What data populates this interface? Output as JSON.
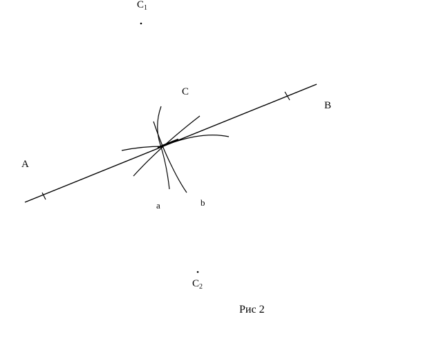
{
  "diagram": {
    "points": {
      "A": "A",
      "B": "B",
      "C": "C",
      "C1_base": "C",
      "C1_sub": "1",
      "C2_base": "C",
      "C2_sub": "2"
    },
    "arcs": {
      "a": "a",
      "b": "b"
    },
    "caption": "Рис 2",
    "colors": {
      "stroke": "#000000",
      "background": "#ffffff"
    }
  }
}
